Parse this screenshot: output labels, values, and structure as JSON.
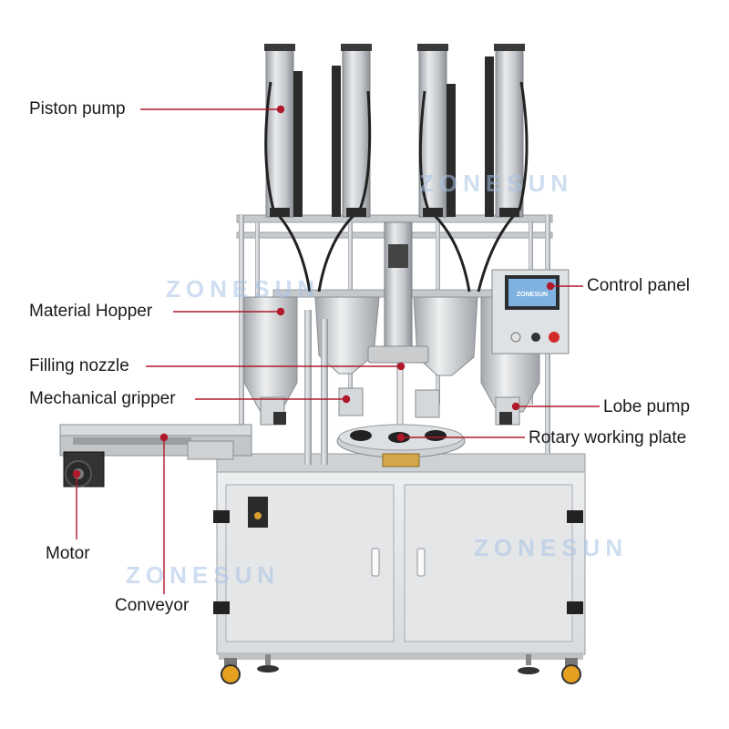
{
  "labels": {
    "piston_pump": "Piston pump",
    "material_hopper": "Material Hopper",
    "filling_nozzle": "Filling nozzle",
    "mechanical_gripper": "Mechanical gripper",
    "motor": "Motor",
    "conveyor": "Conveyor",
    "control_panel": "Control panel",
    "lobe_pump": "Lobe pump",
    "rotary_working_plate": "Rotary working plate"
  },
  "watermark": "ZONESUN",
  "screen_text": "ZONESUN",
  "colors": {
    "leader_line": "#b0192b",
    "leader_dot": "#b0192b",
    "steel": "#c9ccd0",
    "watermark": "#a9c3e6",
    "wheel": "#e6a020",
    "background": "#ffffff"
  }
}
